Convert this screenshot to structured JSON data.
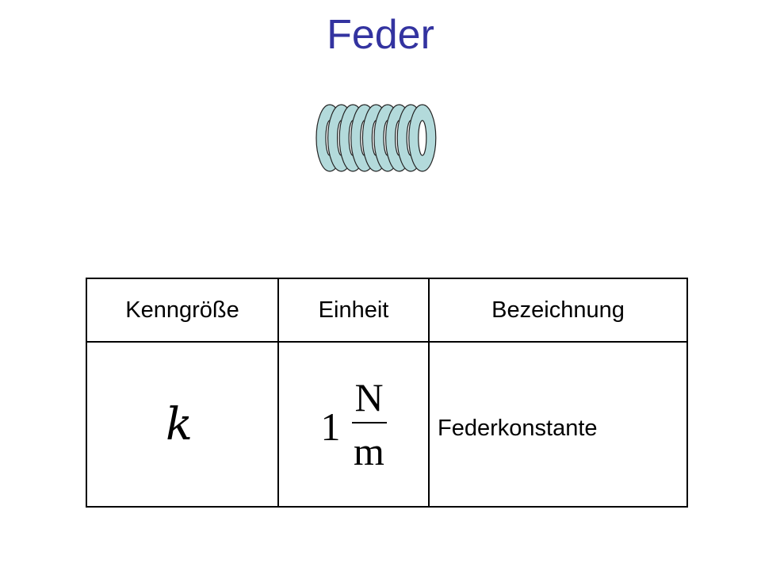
{
  "title": "Feder",
  "colors": {
    "title": "#3333a0",
    "spring_fill": "#b3dadb",
    "spring_stroke": "#222222"
  },
  "spring": {
    "icon": "spring-coil-icon",
    "coil_count": 9
  },
  "table": {
    "headers": [
      "Kenngröße",
      "Einheit",
      "Bezeichnung"
    ],
    "row": {
      "symbol": "k",
      "unit_number": "1",
      "unit_numerator": "N",
      "unit_denominator": "m",
      "description": "Federkonstante"
    }
  }
}
